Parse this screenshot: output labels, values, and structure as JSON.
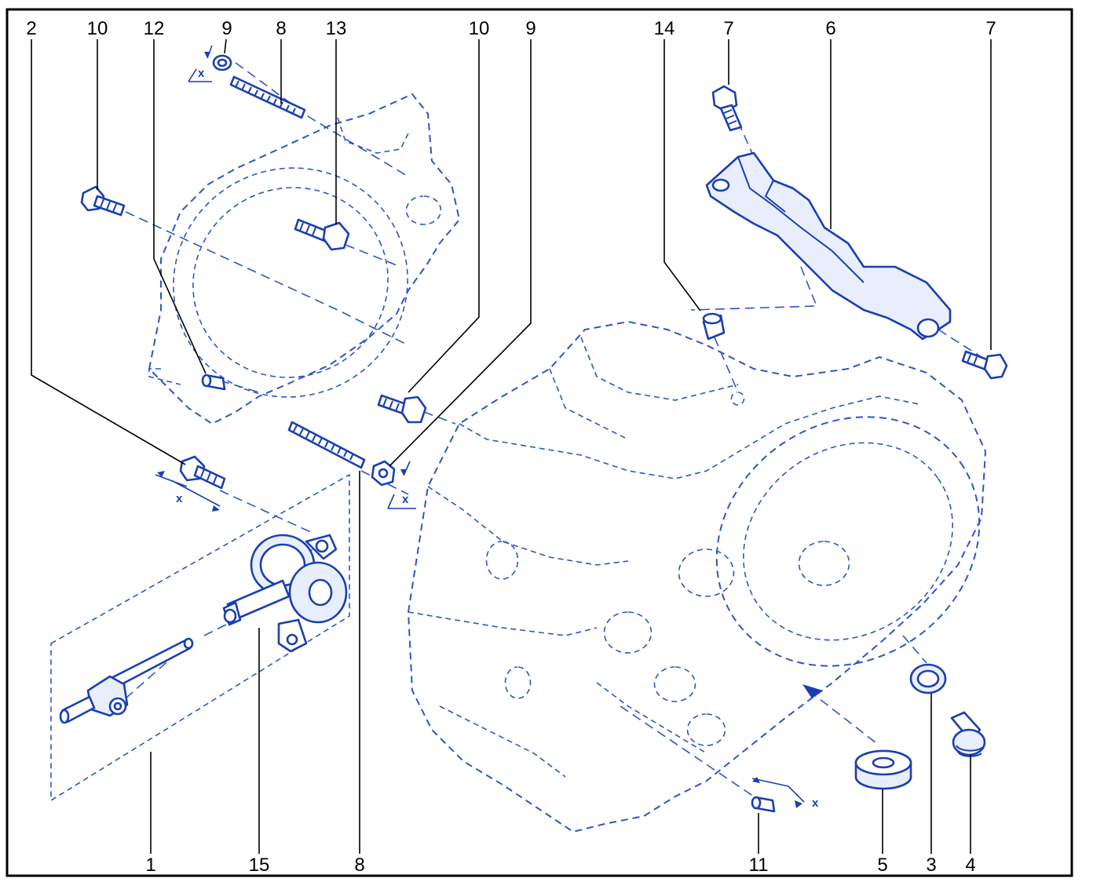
{
  "diagram": {
    "callouts_top": [
      "2",
      "10",
      "12",
      "9",
      "8",
      "13",
      "10",
      "9",
      "14",
      "7",
      "6",
      "7"
    ],
    "callouts_bottom": [
      "1",
      "15",
      "8",
      "11",
      "5",
      "3",
      "4"
    ],
    "dimension_label": "x"
  },
  "colors": {
    "frame": "#000000",
    "line_art": "#1a3fb0",
    "phantom_lines": "#2e55c8",
    "leaders": "#000000"
  }
}
